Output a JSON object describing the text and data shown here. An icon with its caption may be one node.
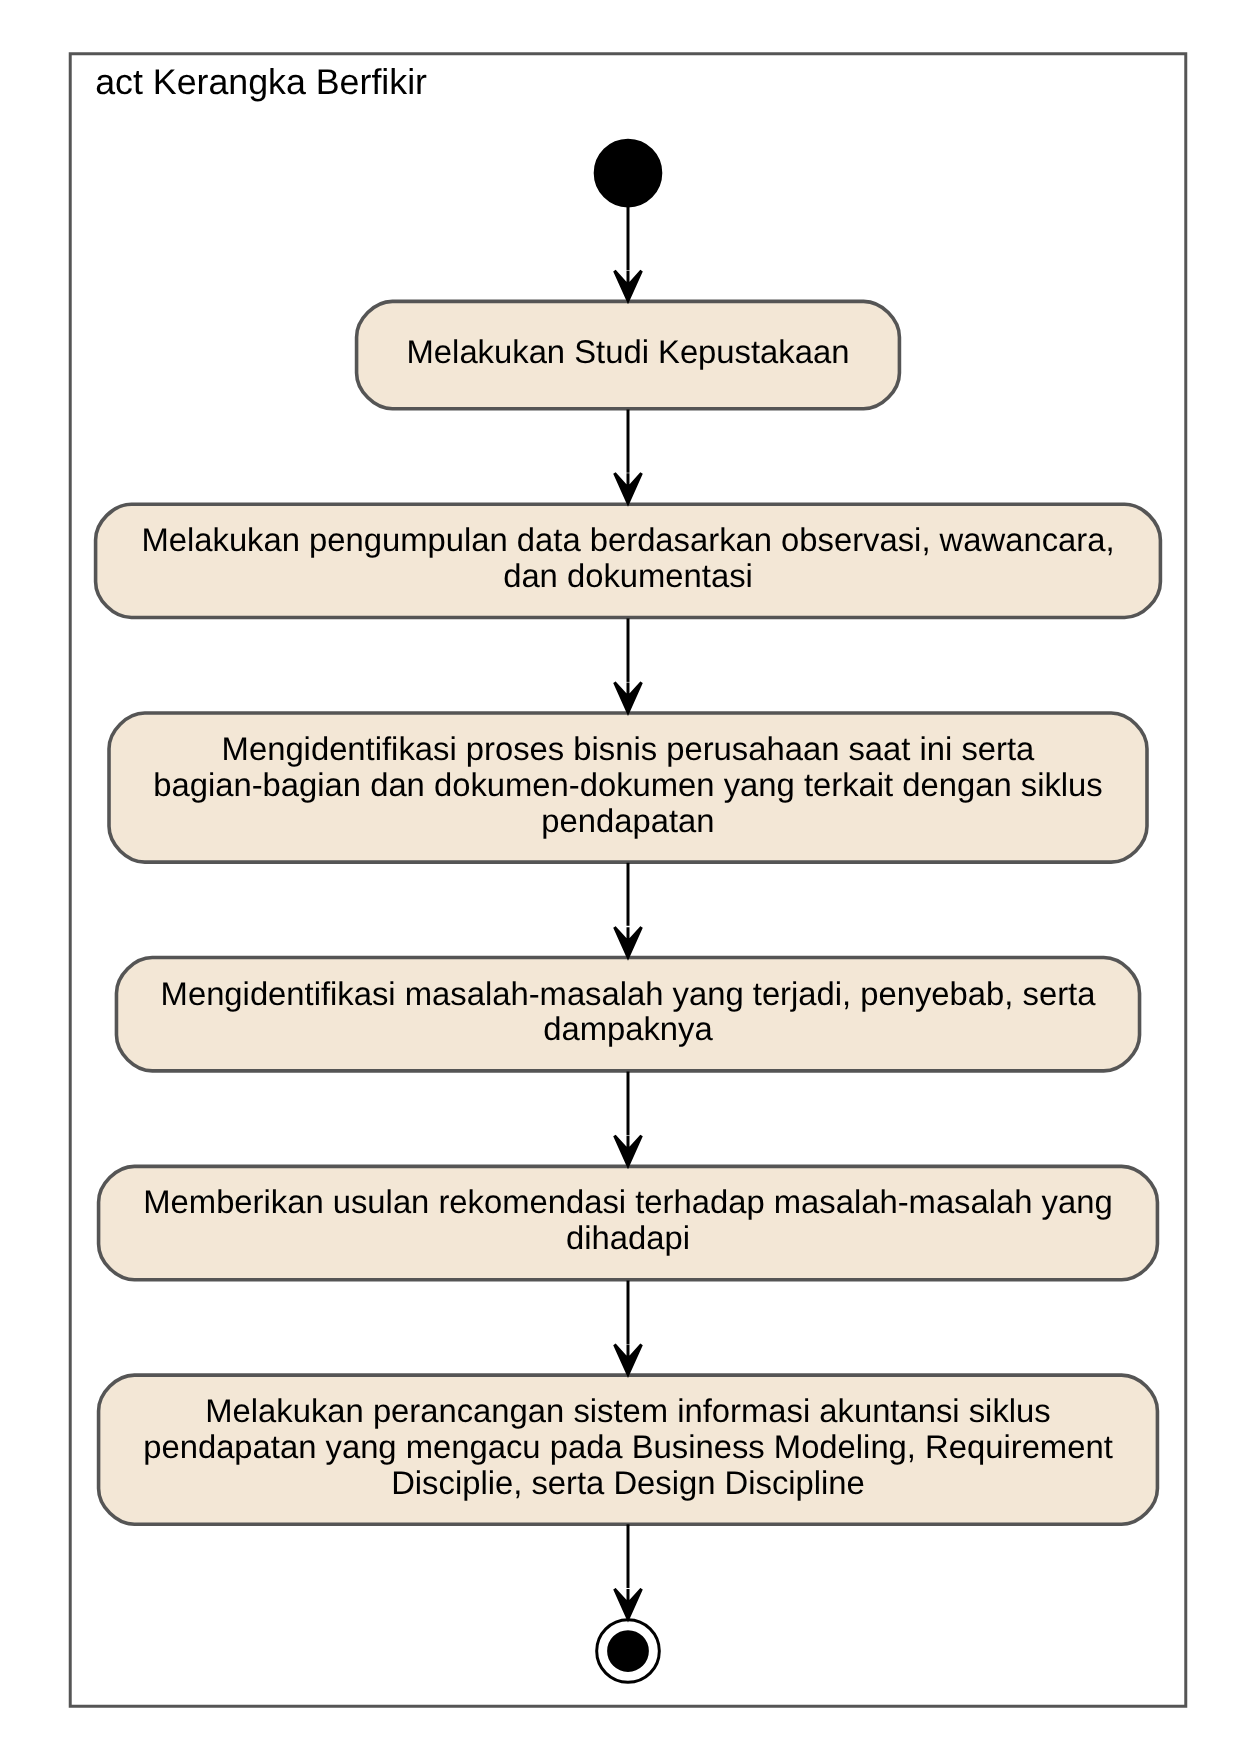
{
  "diagram": {
    "nodes": [
      {
        "text": [
          "act Kerangka Berfikir"
        ]
      },
      {
        "text": [],
        "shape": "circle",
        "in": 0
      },
      {
        "text": [
          "Melakukan Studi Kepustakaan"
        ],
        "in": 0
      },
      {
        "text": [
          "Melakukan pengumpulan data berdasarkan observasi, wawancara, dan dokumentasi"
        ],
        "in": 0
      },
      {
        "text": [
          "Mengidentifikasi proses bisnis perusahaan saat ini serta bagian-bagian dan dokumen-dokumen yang terkait dengan siklus pendapatan"
        ],
        "in": 0
      },
      {
        "text": [
          "Mengidentifikasi masalah-masalah yang terjadi, penyebab, serta dampaknya"
        ],
        "in": 0
      },
      {
        "text": [
          "Memberikan usulan rekomendasi terhadap masalah-masalah yang dihadapi"
        ],
        "in": 0
      },
      {
        "text": [
          "Melakukan perancangan sistem informasi akuntansi siklus pendapatan yang mengacu pada Business Modeling, Requirement Disciplie, serta Design Discipline"
        ],
        "in": 0
      },
      {
        "text": [],
        "shape": "circle",
        "in": 0
      }
    ],
    "edges": [
      {
        "from": 1,
        "to": 2,
        "arrow": "to"
      },
      {
        "from": 2,
        "to": 3,
        "arrow": "to"
      },
      {
        "from": 3,
        "to": 4,
        "arrow": "to"
      },
      {
        "from": 4,
        "to": 5,
        "arrow": "to"
      },
      {
        "from": 5,
        "to": 6,
        "arrow": "to"
      },
      {
        "from": 6,
        "to": 7,
        "arrow": "to"
      },
      {
        "from": 7,
        "to": 8,
        "arrow": "to"
      }
    ]
  }
}
